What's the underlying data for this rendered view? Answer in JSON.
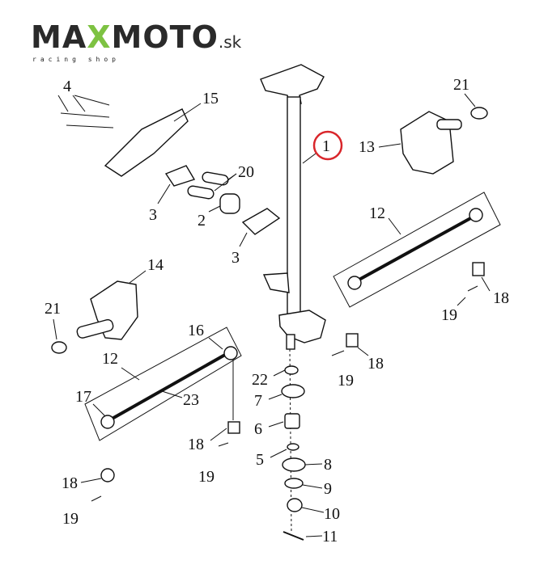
{
  "logo": {
    "brand_a": "MA",
    "brand_x": "X",
    "brand_b": "MOTO",
    "suffix": ".sk",
    "tagline": "racing shop"
  },
  "highlight_color": "#d9262b",
  "labels": {
    "p4": "4",
    "p15": "15",
    "p20": "20",
    "p3a": "3",
    "p2": "2",
    "p3b": "3",
    "p14": "14",
    "p21a": "21",
    "p16": "16",
    "p12a": "12",
    "p17": "17",
    "p23": "23",
    "p18a": "18",
    "p19a": "19",
    "p18b": "18",
    "p19b": "19",
    "p1": "1",
    "p13": "13",
    "p21b": "21",
    "p12b": "12",
    "p18c": "18",
    "p19c": "19",
    "p18d": "18",
    "p19d": "19",
    "p22": "22",
    "p7": "7",
    "p6": "6",
    "p5": "5",
    "p8": "8",
    "p9": "9",
    "p10": "10",
    "p11": "11"
  }
}
